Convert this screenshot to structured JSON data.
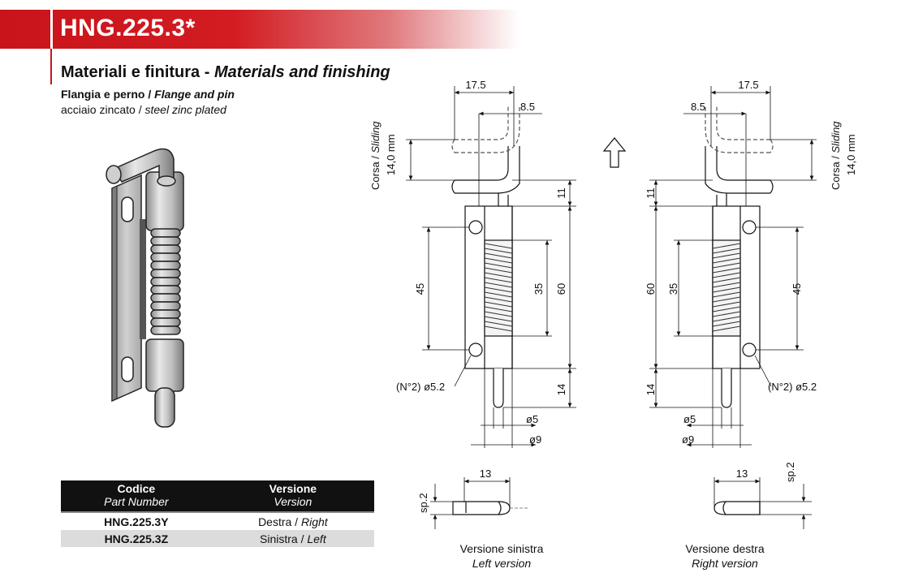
{
  "header": {
    "code": "HNG.225.3*"
  },
  "materials": {
    "title_it": "Materiali e finitura - ",
    "title_en": "Materials and finishing",
    "flange_it": "Flangia e perno / ",
    "flange_en": "Flange and pin",
    "finish_it": "acciaio zincato / ",
    "finish_en": "steel zinc plated"
  },
  "table": {
    "col1_it": "Codice",
    "col1_en": "Part Number",
    "col2_it": "Versione",
    "col2_en": "Version",
    "rows": [
      {
        "code": "HNG.225.3Y",
        "version_it": "Destra / ",
        "version_en": "Right"
      },
      {
        "code": "HNG.225.3Z",
        "version_it": "Sinistra / ",
        "version_en": "Left"
      }
    ]
  },
  "dims": {
    "d17_5": "17.5",
    "d8_5": "8.5",
    "d11": "11",
    "d45": "45",
    "d35": "35",
    "d60": "60",
    "d14": "14",
    "hole": "(N°2)  ø5.2",
    "dia5": "ø5",
    "dia9": "ø9",
    "d13": "13",
    "sp": "sp.2",
    "corsa_it": "Corsa / ",
    "corsa_en": "Sliding",
    "stroke": "14,0 mm"
  },
  "versions": {
    "left_it": "Versione sinistra",
    "left_en": "Left version",
    "right_it": "Versione destra",
    "right_en": "Right version"
  }
}
